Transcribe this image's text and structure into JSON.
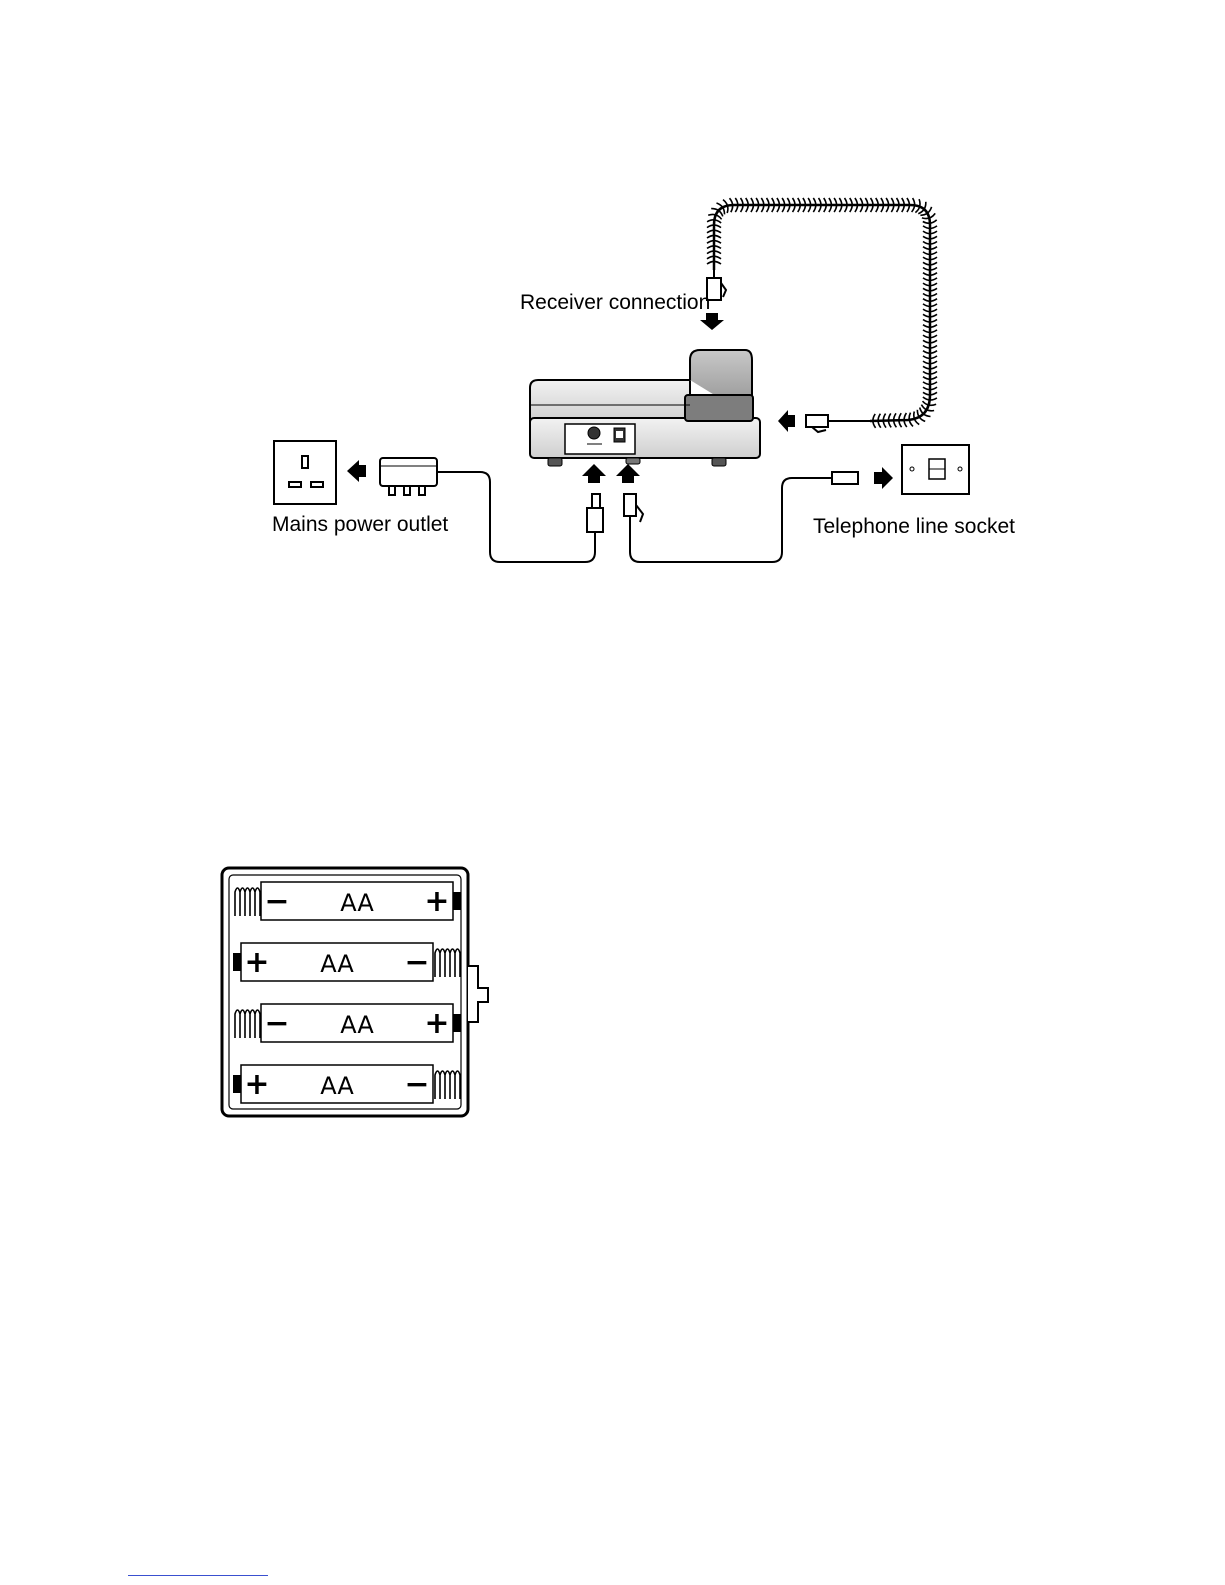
{
  "connection_diagram": {
    "labels": {
      "receiver_connection": "Receiver connection",
      "mains_power_outlet": "Mains power outlet",
      "telephone_line_socket": "Telephone line socket"
    }
  },
  "battery_holder": {
    "batteries": [
      {
        "type": "AA",
        "left_sign": "−",
        "right_sign": "+"
      },
      {
        "type": "AA",
        "left_sign": "+",
        "right_sign": "−"
      },
      {
        "type": "AA",
        "left_sign": "−",
        "right_sign": "+"
      },
      {
        "type": "AA",
        "left_sign": "+",
        "right_sign": "−"
      }
    ]
  },
  "colors": {
    "ink": "#000000",
    "phone_body": "#e6e6e6",
    "phone_shadow": "#9a9a9a",
    "footer_rule": "#3a50d0"
  }
}
